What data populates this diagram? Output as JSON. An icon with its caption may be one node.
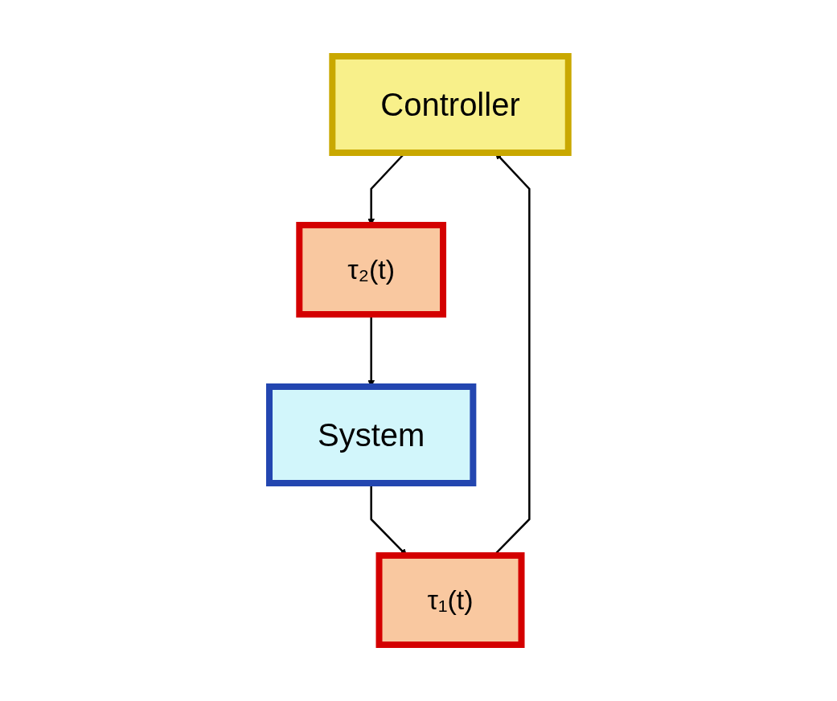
{
  "diagram": {
    "nodes": [
      {
        "text": [
          "Controller"
        ]
      },
      {
        "text": [
          "τ₁(t)"
        ]
      },
      {
        "text": [
          "τ₂(t)"
        ]
      },
      {
        "text": [
          "System"
        ]
      }
    ],
    "edges": [
      {
        "from": 1,
        "to": 0,
        "arrow": "to"
      },
      {
        "from": 0,
        "to": 2,
        "arrow": "to"
      },
      {
        "from": 2,
        "to": 3,
        "arrow": "to"
      },
      {
        "from": 3,
        "to": 1,
        "arrow": "to"
      }
    ]
  }
}
